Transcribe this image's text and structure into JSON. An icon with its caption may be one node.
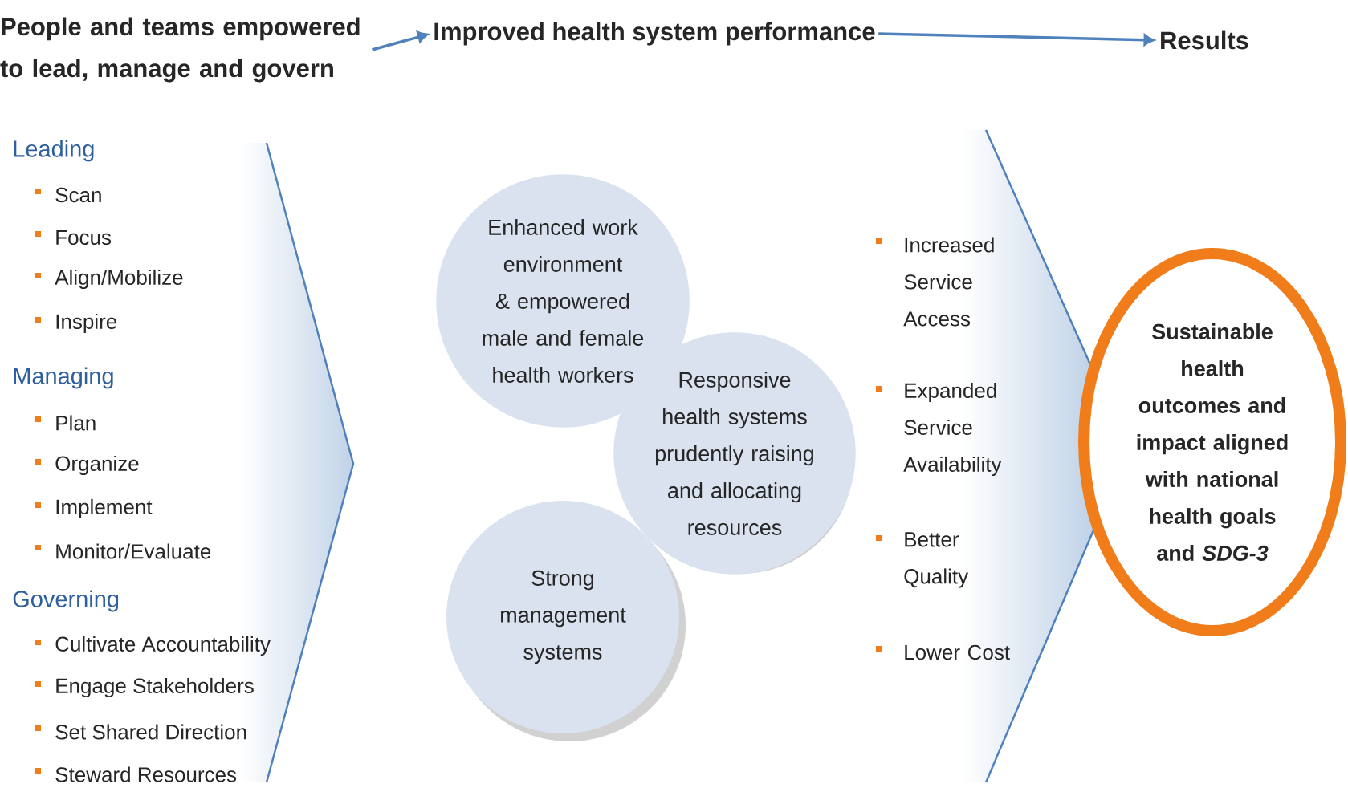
{
  "diagram": {
    "nodes": [
      {
        "text": [
          "People and teams empowered to lead, manage and govern"
        ]
      },
      {
        "text": [
          "Improved health system performance"
        ]
      },
      {
        "text": [
          "Results"
        ]
      },
      {
        "text": [
          "Enhanced work environment & empowered male and female health workers"
        ]
      },
      {
        "text": [
          "Responsive health systems prudently raising and allocating resources"
        ]
      },
      {
        "text": [
          "Strong management systems"
        ]
      },
      {
        "text": [
          "Sustainable health outcomes and impact aligned with national health goals and *SDG-3*"
        ]
      }
    ],
    "edges": [
      {
        "from": 0,
        "to": 1,
        "arrow": "to"
      },
      {
        "from": 1,
        "to": 2,
        "arrow": "to"
      }
    ],
    "labels": [
      "Leading",
      "Scan",
      "Focus",
      "Align/Mobilize",
      "Inspire",
      "Managing",
      "Plan",
      "Organize",
      "Implement",
      "Monitor/Evaluate",
      "Governing",
      "Cultivate Accountability",
      "Engage Stakeholders",
      "Set Shared Direction",
      "Steward Resources",
      "Increased Service Access",
      "Expanded Service Availability",
      "Better Quality",
      "Lower Cost"
    ]
  }
}
